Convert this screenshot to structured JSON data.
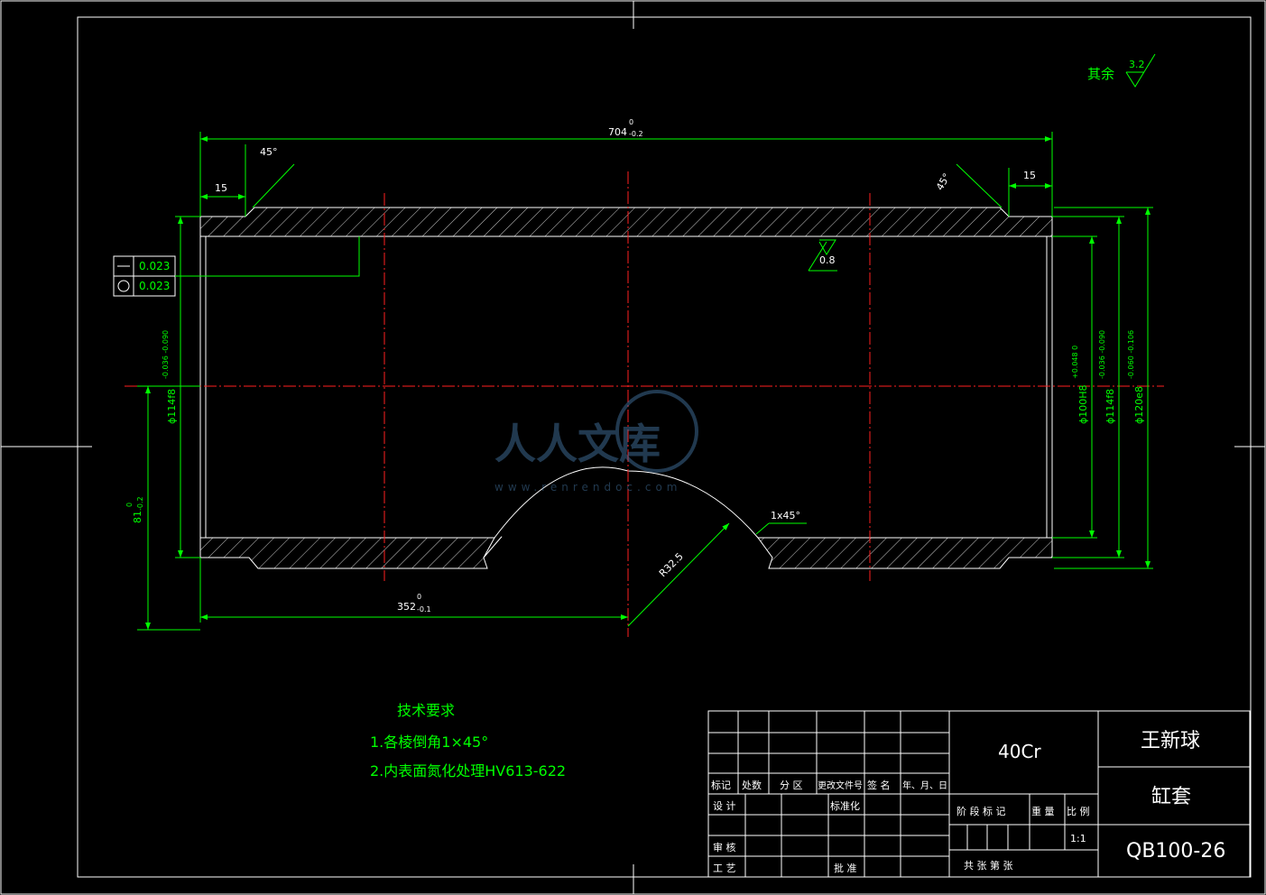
{
  "roughness": {
    "label": "其余",
    "value": "3.2"
  },
  "dimensions": {
    "overall_length": "704",
    "overall_upper": "0",
    "overall_lower": "-0.2",
    "chamfer_angle_left": "45°",
    "chamfer_angle_right": "45°",
    "chamfer_len_left": "15",
    "chamfer_len_right": "15",
    "surface_roughness_inner": "0.8",
    "window_pos": "352",
    "window_pos_upper": "0",
    "window_pos_lower": "-0.1",
    "radius": "R32.5",
    "window_chamfer": "1x45°",
    "offset_height": "81",
    "offset_upper": "0",
    "offset_lower": "-0.2",
    "dia_left": "ϕ114f8",
    "dia_left_tol": "-0.036 -0.090",
    "dia_bore": "ϕ100H8",
    "dia_bore_tol": "+0.048 0",
    "dia_mid": "ϕ114f8",
    "dia_mid_tol": "-0.036 -0.090",
    "dia_outer": "ϕ120e8",
    "dia_outer_tol": "-0.060 -0.106"
  },
  "tolerances": {
    "straightness": "0.023",
    "roundness": "0.023"
  },
  "tech_req": {
    "title": "技术要求",
    "items": [
      "1.各棱倒角1×45°",
      "2.内表面氮化处理HV613-622"
    ]
  },
  "title_block": {
    "material": "40Cr",
    "designer": "王新球",
    "part_name": "缸套",
    "drawing_no": "QB100-26",
    "scale": "1:1",
    "headers": [
      "标记",
      "处数",
      "分 区",
      "更改文件号",
      "签 名",
      "年、月、日"
    ],
    "design": "设 计",
    "standardize": "标准化",
    "review": "审 核",
    "process": "工 艺",
    "approve": "批 准",
    "stage_mark": "阶 段 标 记",
    "weight": "重 量",
    "ratio": "比 例",
    "sheets": "共    张  第    张"
  },
  "watermark": {
    "text": "人人文库",
    "url": "www.renrendoc.com"
  }
}
